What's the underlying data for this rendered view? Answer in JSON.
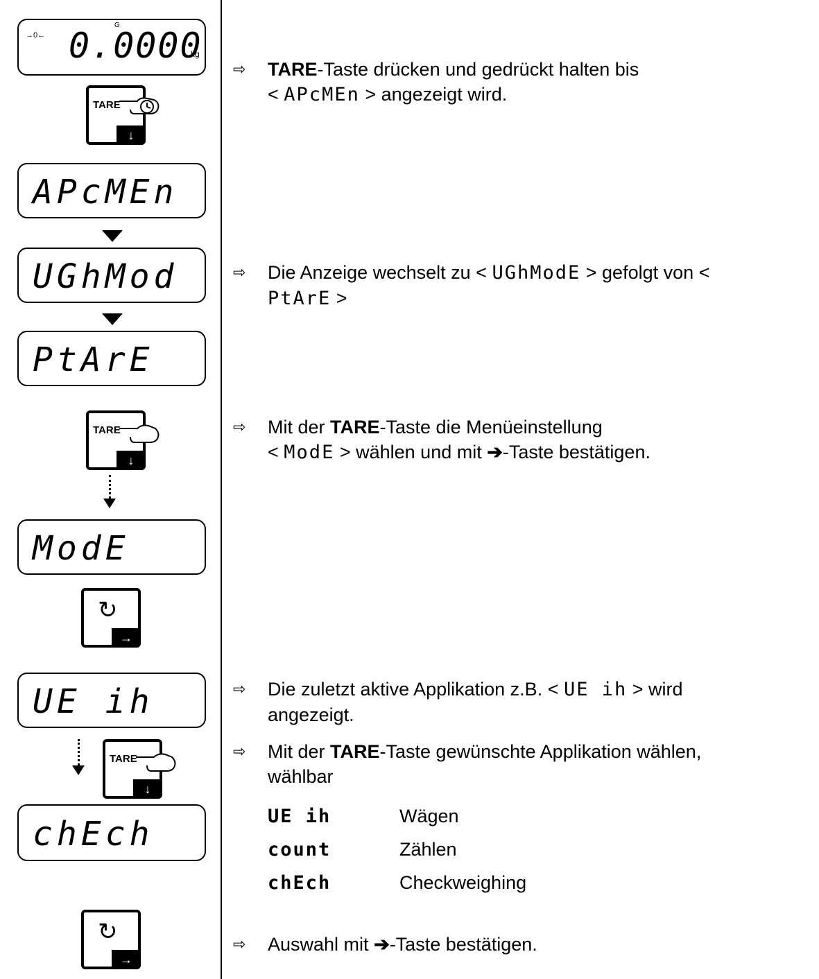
{
  "displays": {
    "d1": {
      "g_mark": "G",
      "value": "0.0000",
      "unit": "kg",
      "zero_symbol": "→0←"
    },
    "d2": "APcMEn",
    "d3": "UGhMod",
    "d4": "PtArE",
    "d5": "ModE",
    "d6": "UE ih",
    "d7": "chEch"
  },
  "keys": {
    "tare_label": "TARE",
    "down_arrow": "↓",
    "right_arrow": "→",
    "cycle_symbol": "↻"
  },
  "bullet": "⇨",
  "steps": {
    "s1": {
      "bold": "TARE",
      "text_a": "-Taste drücken und gedrückt halten bis",
      "text_b_pre": "<",
      "code": "APcMEn",
      "text_b_post": "> angezeigt wird."
    },
    "s2": {
      "text_a": "Die Anzeige wechselt zu <",
      "code1": "UGhModE",
      "text_b": "> gefolgt von <",
      "code2": "PtArE",
      "text_c": ">"
    },
    "s3": {
      "text_a": "Mit der ",
      "bold": "TARE",
      "text_b": "-Taste die Menüeinstellung",
      "pre": "<",
      "code": "ModE",
      "text_c": "> wählen und mit ",
      "arrow": "➔",
      "text_d": "-Taste bestätigen."
    },
    "s4": {
      "text_a": "Die zuletzt aktive Applikation z.B. <",
      "code": "UE ih",
      "text_b": "> wird",
      "text_c": "angezeigt."
    },
    "s5": {
      "text_a": "Mit der ",
      "bold": "TARE",
      "text_b": "-Taste gewünschte Applikation wählen,",
      "text_c": "wählbar"
    },
    "s6": {
      "text_a": "Auswahl mit ",
      "arrow": "➔",
      "text_b": "-Taste bestätigen."
    }
  },
  "applications": [
    {
      "code": "UE ih",
      "label": "Wägen"
    },
    {
      "code": "count",
      "label": "Zählen"
    },
    {
      "code": "chEch",
      "label": "Checkweighing"
    }
  ]
}
